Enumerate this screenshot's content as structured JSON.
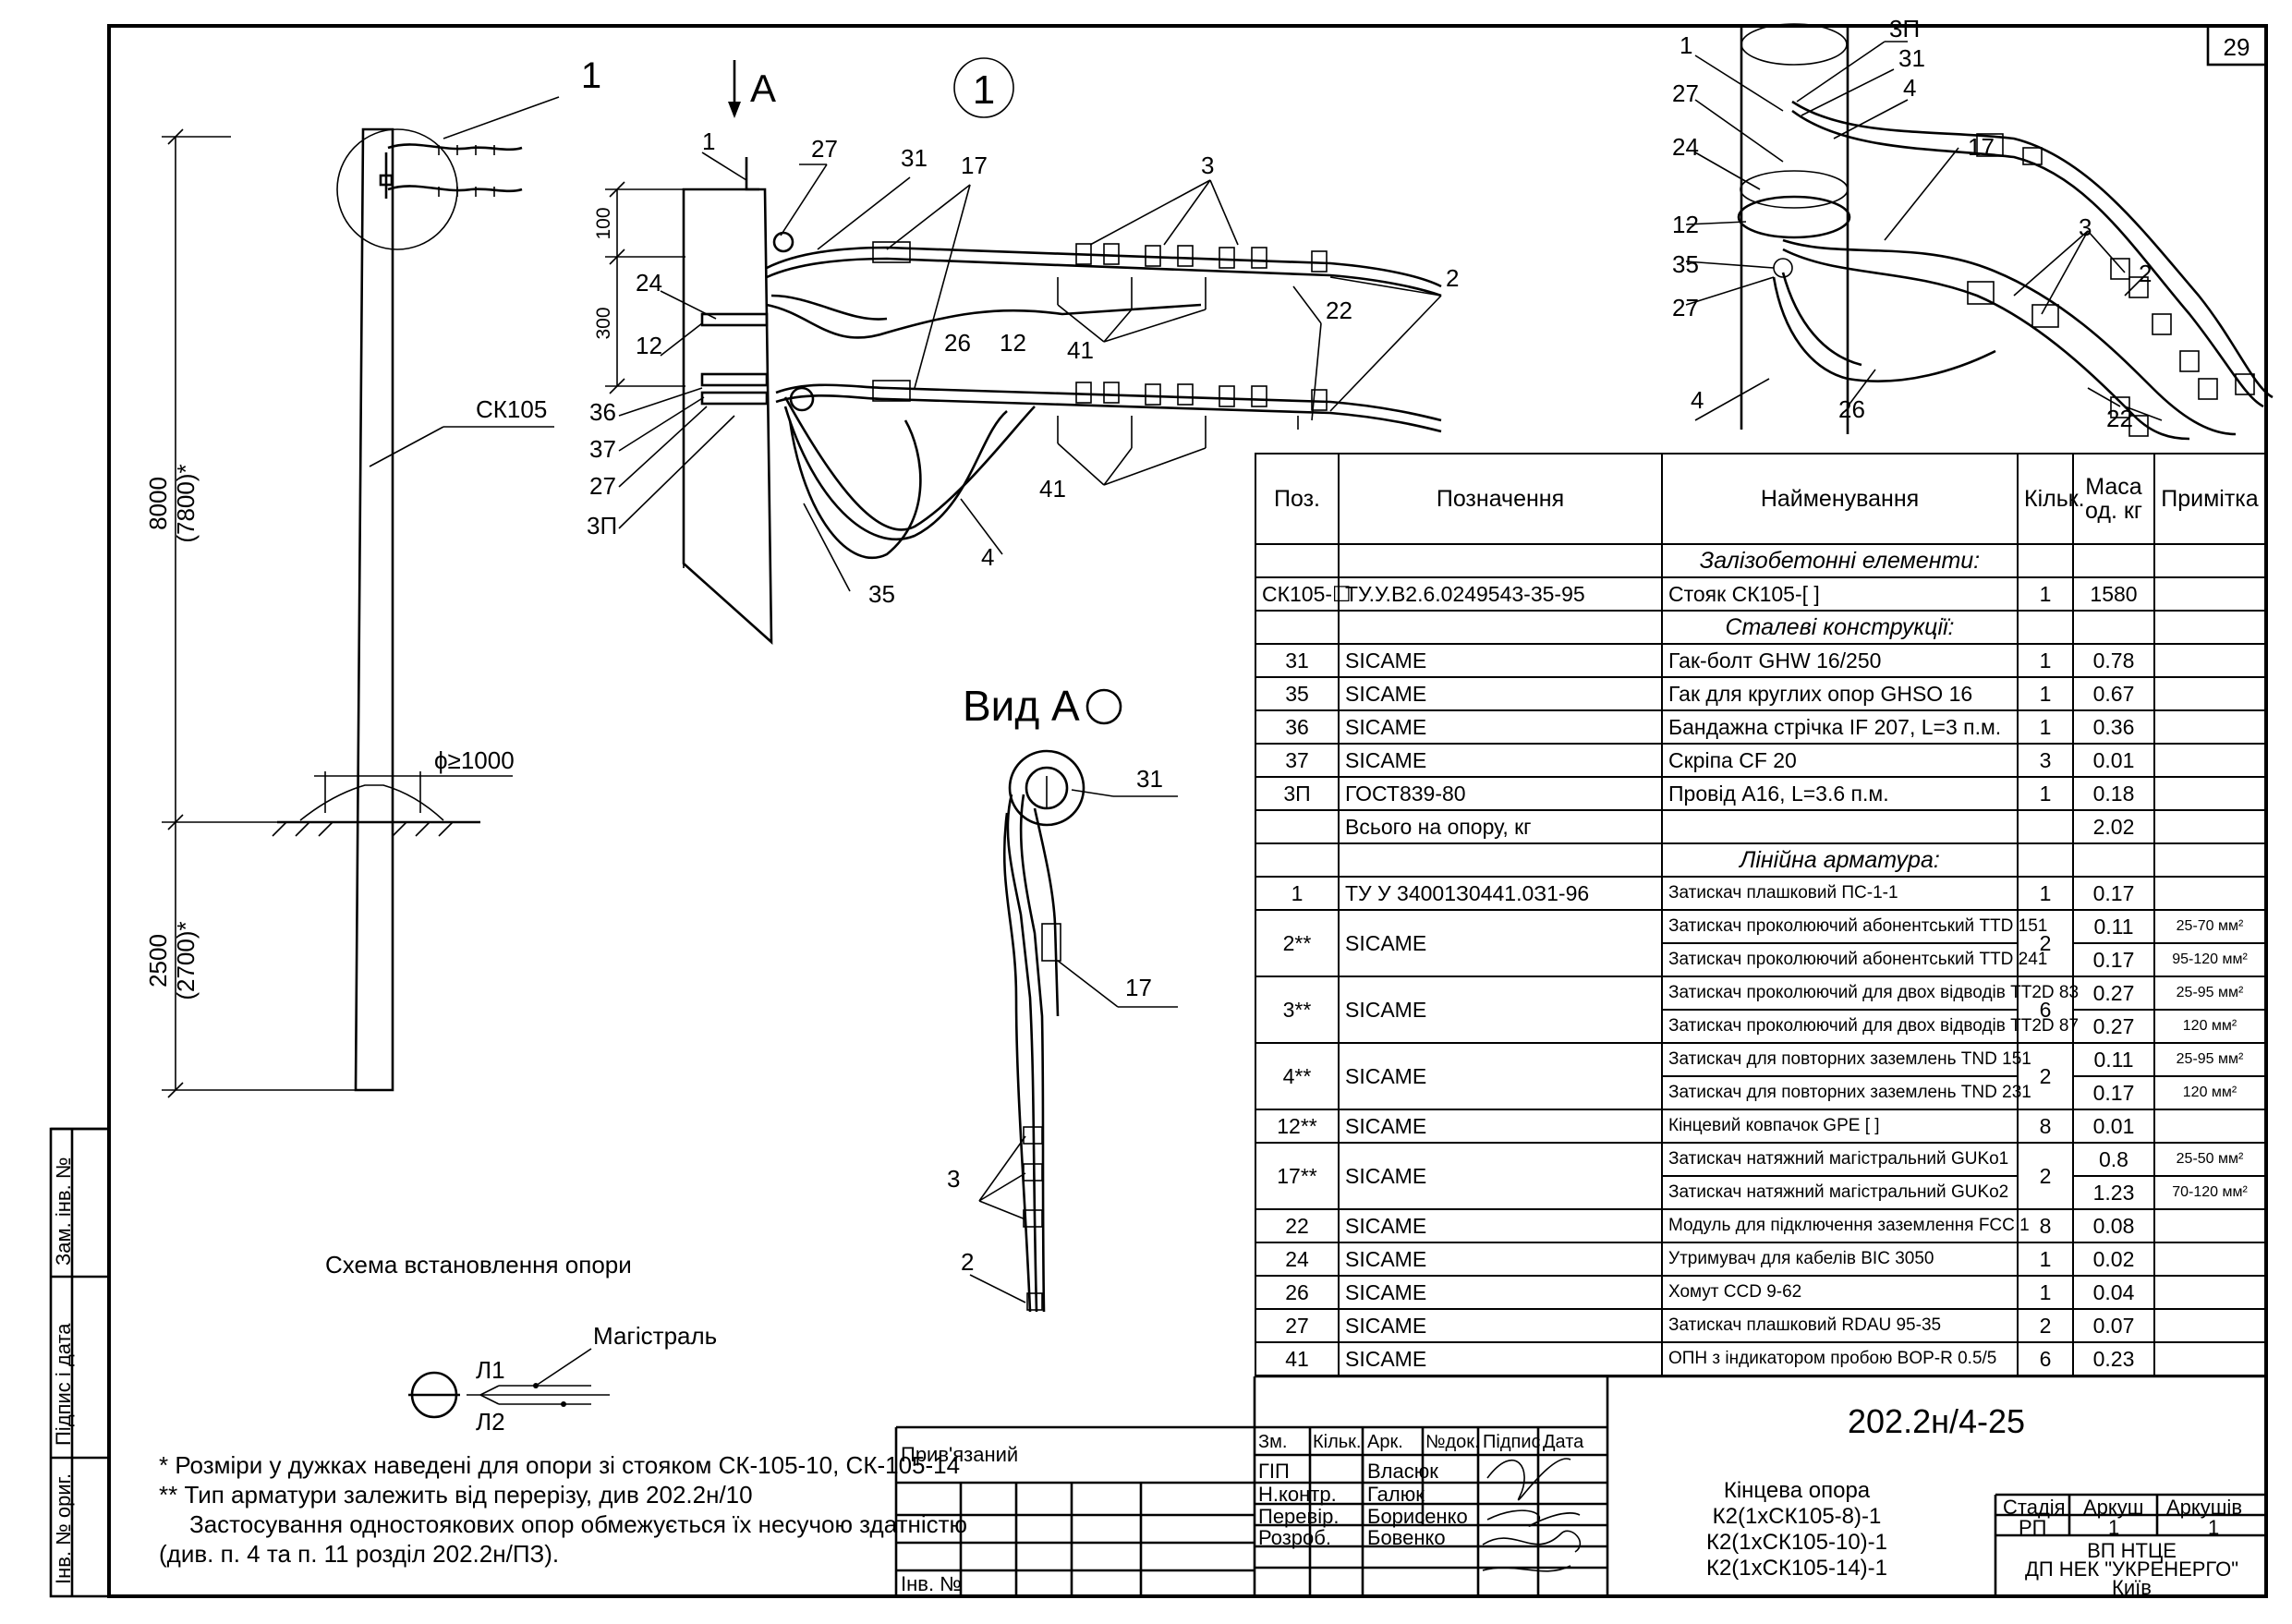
{
  "sheet_number": "29",
  "left_drawing": {
    "callout": "1",
    "pole_label": "СК105",
    "dim_height_above": "8000",
    "dim_height_above_alt": "(7800)*",
    "dim_height_below": "2500",
    "dim_height_below_alt": "(2700)*",
    "dim_diameter": "ϕ≥1000",
    "caption": "Схема встановлення опори"
  },
  "detail_1": {
    "circle_label": "1",
    "arrow_label": "A",
    "dim_100": "100",
    "dim_300": "300",
    "labels": [
      "1",
      "27",
      "31",
      "17",
      "3",
      "2",
      "22",
      "41",
      "24",
      "12",
      "26",
      "36",
      "37",
      "27",
      "3П",
      "35",
      "4",
      "41",
      "12"
    ]
  },
  "view_a": {
    "title": "Вид А",
    "labels": [
      "31",
      "17",
      "3",
      "2"
    ]
  },
  "iso_view": {
    "labels": [
      "1",
      "3П",
      "31",
      "4",
      "27",
      "24",
      "17",
      "12",
      "35",
      "27",
      "3",
      "2",
      "4",
      "26",
      "22"
    ]
  },
  "legend_symbol": {
    "label_main": "Магістраль",
    "label_l1": "Л1",
    "label_l2": "Л2"
  },
  "notes": {
    "line1": "* Розміри у дужках наведені для опори зі стояком СК-105-10, СК-105-14",
    "line2": "** Тип арматури залежить від перерізу, див 202.2н/10",
    "line3": "Застосування одностоякових опор обмежується їх несучою здатністю",
    "line4": "(див. п. 4 та п. 11 розділ 202.2н/ПЗ)."
  },
  "spec_table": {
    "headers": {
      "pos": "Поз.",
      "designation": "Позначення",
      "name": "Найменування",
      "qty": "Кільк.",
      "mass": "Маса од. кг",
      "note": "Примітка"
    },
    "sections": {
      "reinforced": "Залізобетонні елементи:",
      "steel": "Сталеві конструкції:",
      "line": "Лінійна арматура:"
    },
    "rows_rc": [
      {
        "pos": "СК105-☐",
        "des": "ТУ.У.В2.6.0249543-35-95",
        "name": "Стояк СК105-[        ]",
        "qty": "1",
        "mass": "1580",
        "note": ""
      }
    ],
    "rows_steel": [
      {
        "pos": "31",
        "des": "SICAME",
        "name": "Гак-болт GHW 16/250",
        "qty": "1",
        "mass": "0.78",
        "note": ""
      },
      {
        "pos": "35",
        "des": "SICAME",
        "name": "Гак для круглих опор GHSO 16",
        "qty": "1",
        "mass": "0.67",
        "note": ""
      },
      {
        "pos": "36",
        "des": "SICAME",
        "name": "Бандажна стрічка IF 207, L=3 п.м.",
        "qty": "1",
        "mass": "0.36",
        "note": ""
      },
      {
        "pos": "37",
        "des": "SICAME",
        "name": "Скріпа CF 20",
        "qty": "3",
        "mass": "0.01",
        "note": ""
      },
      {
        "pos": "3П",
        "des": "ГОСТ839-80",
        "name": "Провід А16, L=3.6 п.м.",
        "qty": "1",
        "mass": "0.18",
        "note": ""
      }
    ],
    "total_label": "Всього на опору, кг",
    "total_mass": "2.02",
    "row_1": {
      "pos": "1",
      "des": "ТУ У 34001З0441.0З1-96",
      "name": "Затискач плашковий ПС-1-1",
      "qty": "1",
      "mass": "0.17"
    },
    "row_2": {
      "pos": "2**",
      "des": "SICAME",
      "qty": "2",
      "sub": [
        {
          "name": "Затискач проколюючий абонентський TTD 151",
          "mass": "0.11",
          "note": "25-70 мм²"
        },
        {
          "name": "Затискач проколюючий абонентський TTD 241",
          "mass": "0.17",
          "note": "95-120 мм²"
        }
      ]
    },
    "row_3": {
      "pos": "3**",
      "des": "SICAME",
      "qty": "6",
      "sub": [
        {
          "name": "Затискач проколюючий для двох відводів TT2D 83",
          "mass": "0.27",
          "note": "25-95 мм²"
        },
        {
          "name": "Затискач проколюючий для двох відводів TT2D 87",
          "mass": "0.27",
          "note": "120 мм²"
        }
      ]
    },
    "row_4": {
      "pos": "4**",
      "des": "SICAME",
      "qty": "2",
      "sub": [
        {
          "name": "Затискач для повторних заземлень TND 151",
          "mass": "0.11",
          "note": "25-95 мм²"
        },
        {
          "name": "Затискач для повторних заземлень TND 231",
          "mass": "0.17",
          "note": "120 мм²"
        }
      ]
    },
    "row_12": {
      "pos": "12**",
      "des": "SICAME",
      "name": "Кінцевий ковпачок GPE [        ]",
      "qty": "8",
      "mass": "0.01"
    },
    "row_17": {
      "pos": "17**",
      "des": "SICAME",
      "qty": "2",
      "sub": [
        {
          "name": "Затискач натяжний магістральний GUKo1",
          "mass": "0.8",
          "note": "25-50 мм²"
        },
        {
          "name": "Затискач натяжний магістральний GUKo2",
          "mass": "1.23",
          "note": "70-120 мм²"
        }
      ]
    },
    "rows_tail": [
      {
        "pos": "22",
        "des": "SICAME",
        "name": "Модуль для підключення заземлення FCC 1",
        "qty": "8",
        "mass": "0.08"
      },
      {
        "pos": "24",
        "des": "SICAME",
        "name": "Утримувач для кабелів BIC 3050",
        "qty": "1",
        "mass": "0.02"
      },
      {
        "pos": "26",
        "des": "SICAME",
        "name": "Хомут CCD 9-62",
        "qty": "1",
        "mass": "0.04"
      },
      {
        "pos": "27",
        "des": "SICAME",
        "name": "Затискач плашковий RDAU 95-35",
        "qty": "2",
        "mass": "0.07"
      },
      {
        "pos": "41",
        "des": "SICAME",
        "name": "ОПН з індикатором пробою BOP-R 0.5/5",
        "qty": "6",
        "mass": "0.23"
      }
    ]
  },
  "title_block": {
    "code": "202.2н/4-25",
    "headers": [
      "Зм.",
      "Кільк.",
      "Арк.",
      "№док.",
      "Підпис",
      "Дата"
    ],
    "roles": [
      {
        "role": "ГІП",
        "name": "Власюк"
      },
      {
        "role": "Н.контр.",
        "name": "Галюк"
      },
      {
        "role": "Перевір.",
        "name": "Борисенко"
      },
      {
        "role": "Розроб.",
        "name": "Бовенко"
      }
    ],
    "title_lines": [
      "Кінцева опора",
      "К2(1хСК105-8)-1",
      "К2(1хСК105-10)-1",
      "К2(1хСК105-14)-1"
    ],
    "stage_label": "Стадія",
    "stage": "РП",
    "sheet_label": "Аркуш",
    "sheet": "1",
    "sheets_label": "Аркушів",
    "sheets": "1",
    "org_lines": [
      "ВП НТЦЕ",
      "ДП НЕК \"УКРЕНЕРГО\"",
      "Київ"
    ],
    "bound_label": "Прив'язаний",
    "inv_label": "Інв. №"
  },
  "side_stamps": [
    "Інв. № ориг.",
    "Підпис і дата",
    "Зам. інв. №"
  ]
}
